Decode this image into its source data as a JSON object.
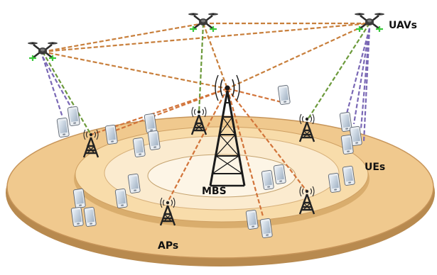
{
  "labels": {
    "uavs": "UAVs",
    "ues": "UEs",
    "mbs": "MBS",
    "aps": "APs"
  },
  "colors": {
    "outer_ring": "#f0c98e",
    "middle_ring": "#f8dcaa",
    "inner_ring": "#fbebcf",
    "core": "#fdf5e6",
    "uav_mbs_link": "#c87f3c",
    "uav_uav_link": "#c87f3c",
    "uav_ap_link": "#6c9a3b",
    "uav_ue_link": "#7a68b5",
    "mbs_link": "#d2743a",
    "rotor_highlight": "#3cc83c"
  },
  "icons": {
    "uav": "drone-icon",
    "tower": "cell-tower-icon",
    "ap": "antenna-icon",
    "ue": "smartphone-icon"
  }
}
